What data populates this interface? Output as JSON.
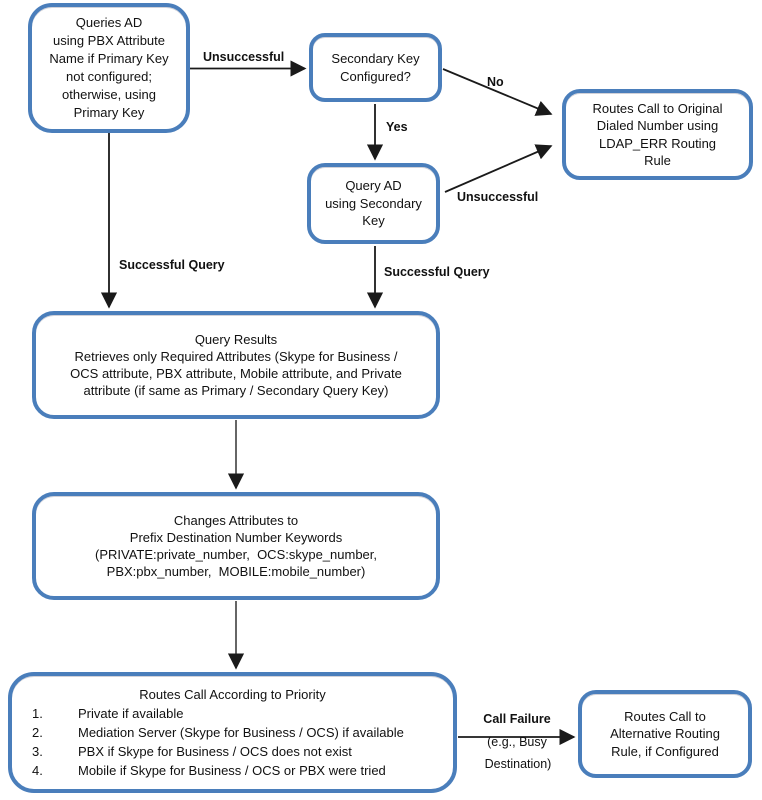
{
  "diagram": {
    "boxes": {
      "queries_ad": {
        "lines": [
          "Queries AD",
          "using PBX Attribute",
          "Name if Primary Key",
          "not configured;",
          "otherwise, using",
          "Primary Key"
        ]
      },
      "secondary_key": {
        "lines": [
          "Secondary Key",
          "Configured?"
        ]
      },
      "ldap_err": {
        "lines": [
          "Routes Call to Original",
          "Dialed Number using",
          "LDAP_ERR Routing",
          "Rule"
        ]
      },
      "query_ad_secondary": {
        "lines": [
          "Query AD",
          "using Secondary",
          "Key"
        ]
      },
      "query_results": {
        "lines": [
          "Query Results",
          "Retrieves only Required Attributes (Skype for Business /",
          "OCS attribute, PBX attribute, Mobile attribute, and Private",
          "attribute (if same as Primary / Secondary Query Key)"
        ]
      },
      "changes_attributes": {
        "lines": [
          "Changes Attributes to",
          "Prefix Destination Number Keywords",
          "(PRIVATE:private_number,  OCS:skype_number,",
          "PBX:pbx_number,  MOBILE:mobile_number)"
        ]
      },
      "routes_priority": {
        "title": "Routes Call According to Priority",
        "items": [
          {
            "num": "1.",
            "text": "Private if available"
          },
          {
            "num": "2.",
            "text": "Mediation Server (Skype for Business / OCS) if available"
          },
          {
            "num": "3.",
            "text": "PBX if Skype for Business / OCS does not exist"
          },
          {
            "num": "4.",
            "text": "Mobile if Skype for Business / OCS or PBX were tried"
          }
        ]
      },
      "alternative_routing": {
        "lines": [
          "Routes Call to",
          "Alternative Routing",
          "Rule, if Configured"
        ]
      }
    },
    "labels": {
      "unsuccessful_top": "Unsuccessful",
      "no": "No",
      "yes": "Yes",
      "unsuccessful_mid": "Unsuccessful",
      "successful_query_left": "Successful Query",
      "successful_query_right": "Successful Query",
      "call_failure": "Call Failure",
      "call_failure_note_1": "(e.g., Busy",
      "call_failure_note_2": "Destination)"
    },
    "colors": {
      "box_border": "#4a7ebb",
      "arrow": "#1a1a1a"
    }
  }
}
